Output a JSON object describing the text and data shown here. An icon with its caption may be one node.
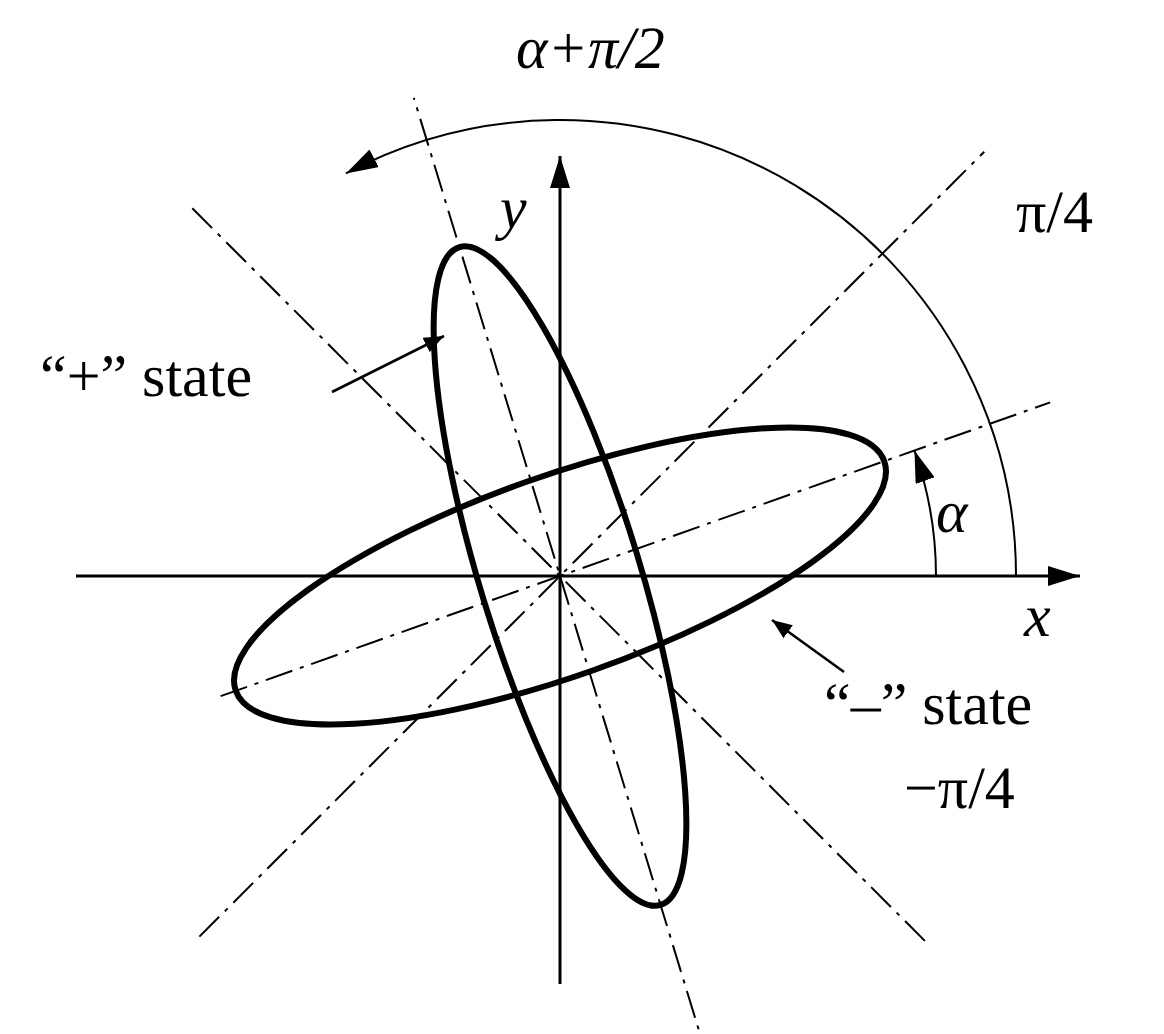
{
  "diagram": {
    "nodes": [
      {
        "text": [
          "“+” state"
        ]
      },
      {
        "text": [],
        "shape": "ellipse"
      },
      {
        "text": [
          "“–” state"
        ]
      },
      {
        "text": [],
        "shape": "ellipse"
      }
    ],
    "edges": [
      {
        "from": 0,
        "to": 1,
        "arrow": "to"
      },
      {
        "from": 2,
        "to": 3,
        "arrow": "to"
      }
    ],
    "labels": [
      "α+π/2",
      "y",
      "π/4",
      "α",
      "x",
      "−π/4"
    ]
  }
}
